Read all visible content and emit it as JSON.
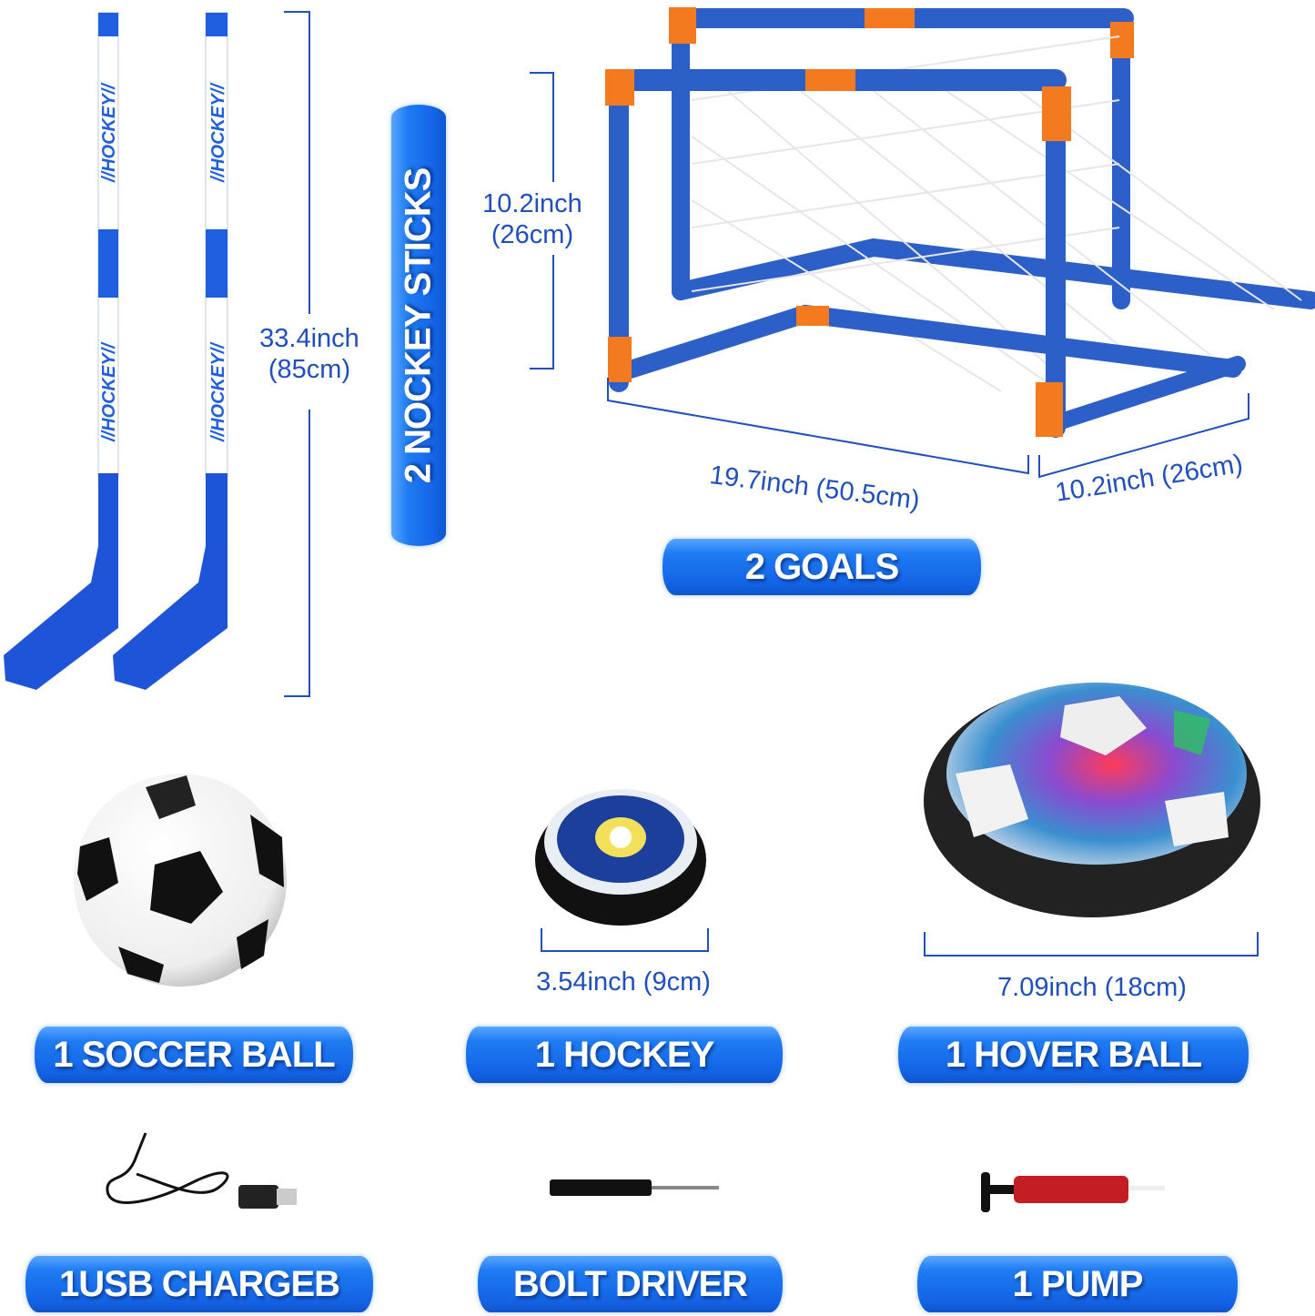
{
  "colors": {
    "accent_blue": "#1f7cf2",
    "dimension_text": "#1f4fc0",
    "goal_orange": "#f47a20",
    "goal_blue": "#2d5fc8"
  },
  "sticks": {
    "logo_text": "//HOCKEY//",
    "dimension": {
      "line1": "33.4inch",
      "line2": "(85cm)"
    },
    "label": "2 NOCKEY STICKS"
  },
  "goals": {
    "height_dimension": {
      "line1": "10.2inch",
      "line2": "(26cm)"
    },
    "width_dimension": "19.7inch (50.5cm)",
    "depth_dimension": "10.2inch (26cm)",
    "label": "2 GOALS"
  },
  "items": {
    "soccer_ball": {
      "label": "1 SOCCER BALL"
    },
    "hockey_puck": {
      "label": "1 HOCKEY",
      "dimension": "3.54inch (9cm)"
    },
    "hover_ball": {
      "label": "1 HOVER BALL",
      "dimension": "7.09inch (18cm)"
    },
    "usb_charger": {
      "label": "1USB CHARGEB"
    },
    "bolt_driver": {
      "label": "BOLT DRIVER"
    },
    "pump": {
      "label": "1 PUMP"
    }
  }
}
